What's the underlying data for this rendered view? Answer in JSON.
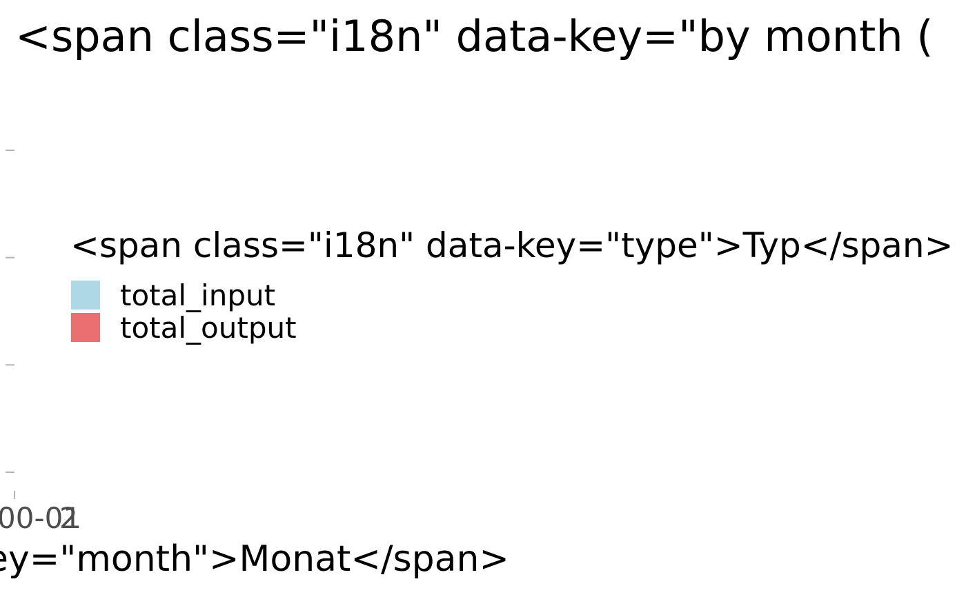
{
  "chart_data": {
    "type": "bar",
    "title": "<span class=\"i18n\" data-key=\"by month (",
    "xlabel": "ey=\"month\">Monat</span>",
    "ylabel": "",
    "x_tick_labels": [
      "00-01",
      "2"
    ],
    "y_tick_count": 4,
    "categories": [
      "00-01"
    ],
    "series": [
      {
        "name": "total_input",
        "values": []
      },
      {
        "name": "total_output",
        "values": []
      }
    ],
    "legend": {
      "title": "<span class=\"i18n\" data-key=\"type\">Typ</span>",
      "placement": "left",
      "entries": [
        {
          "label": "total_input",
          "color": "#add8e6"
        },
        {
          "label": "total_output",
          "color": "#eb6f70"
        }
      ]
    },
    "grid": false
  }
}
